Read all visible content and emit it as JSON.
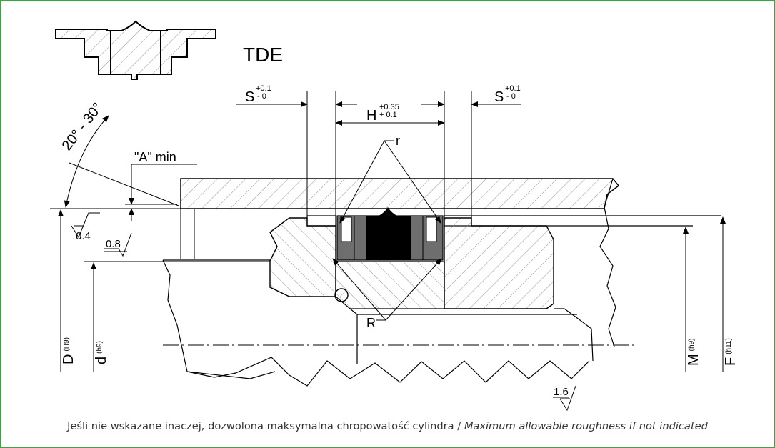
{
  "profile": {
    "name": "TDE"
  },
  "dimensions": {
    "s_left": {
      "symbol": "S",
      "upper": "+0.1",
      "lower": "- 0"
    },
    "s_right": {
      "symbol": "S",
      "upper": "+0.1",
      "lower": "- 0"
    },
    "h": {
      "symbol": "H",
      "upper": "+0.35",
      "lower": "+ 0.1"
    },
    "angle": "20° - 30°",
    "a_min": "\"A\" min",
    "r_small": "r",
    "r_large": "R",
    "d_bore": {
      "symbol": "D",
      "tol": "(H9)"
    },
    "d_rod": {
      "symbol": "d",
      "tol": "(h9)"
    },
    "m": {
      "symbol": "M",
      "tol": "(h9)"
    },
    "f": {
      "symbol": "F",
      "tol": "(h11)"
    }
  },
  "roughness": {
    "r1": "0.4",
    "r2": "0.8",
    "r3": "1.6"
  },
  "footer": {
    "text_pl": "Jeśli nie wskazane inaczej, dozwolona maksymalna chropowatość cylindra / ",
    "text_en": "Maximum allowable roughness if not indicated"
  },
  "colors": {
    "border": "#3aa53a",
    "seal_black": "#000000",
    "seal_gray": "#6e6e6e",
    "line": "#000000"
  }
}
